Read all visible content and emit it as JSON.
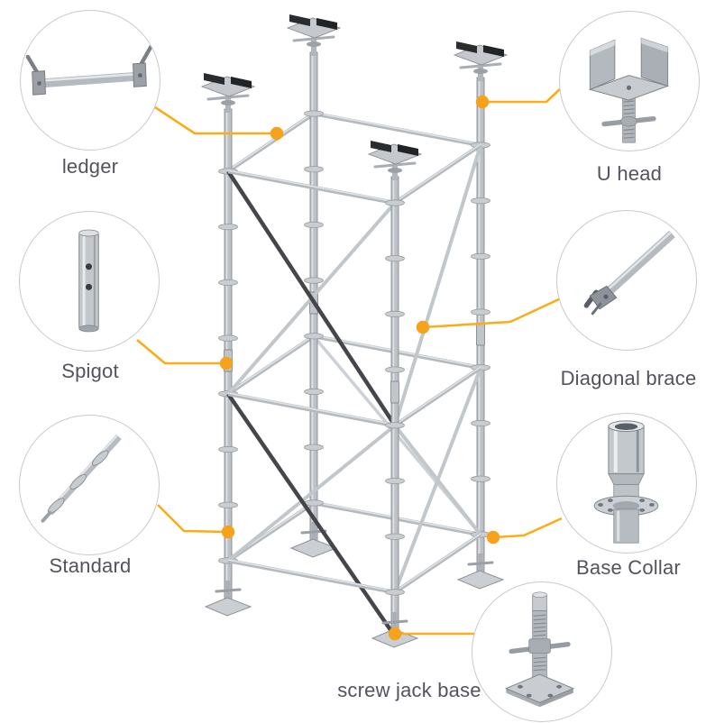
{
  "parts": [
    {
      "name": "ledger",
      "label": "ledger"
    },
    {
      "name": "u-head",
      "label": "U head"
    },
    {
      "name": "spigot",
      "label": "Spigot"
    },
    {
      "name": "diagonal-brace",
      "label": "Diagonal brace"
    },
    {
      "name": "standard",
      "label": "Standard"
    },
    {
      "name": "base-collar",
      "label": "Base Collar"
    },
    {
      "name": "screw-jack-base",
      "label": "screw jack base"
    }
  ],
  "colors": {
    "accent_line": "#FBAD18",
    "accent_dot": "#F6A21C",
    "label_text": "#53535F",
    "circle_border": "#C9C9C9",
    "background": "#FFFFFF",
    "metal_light": "#DDE0E3",
    "metal_mid": "#BDC1C6",
    "metal_dark": "#858B91",
    "rosette_fill": "#C9CDD1",
    "brace_dark": "#45464C",
    "uhead_black": "#2B2C30"
  }
}
